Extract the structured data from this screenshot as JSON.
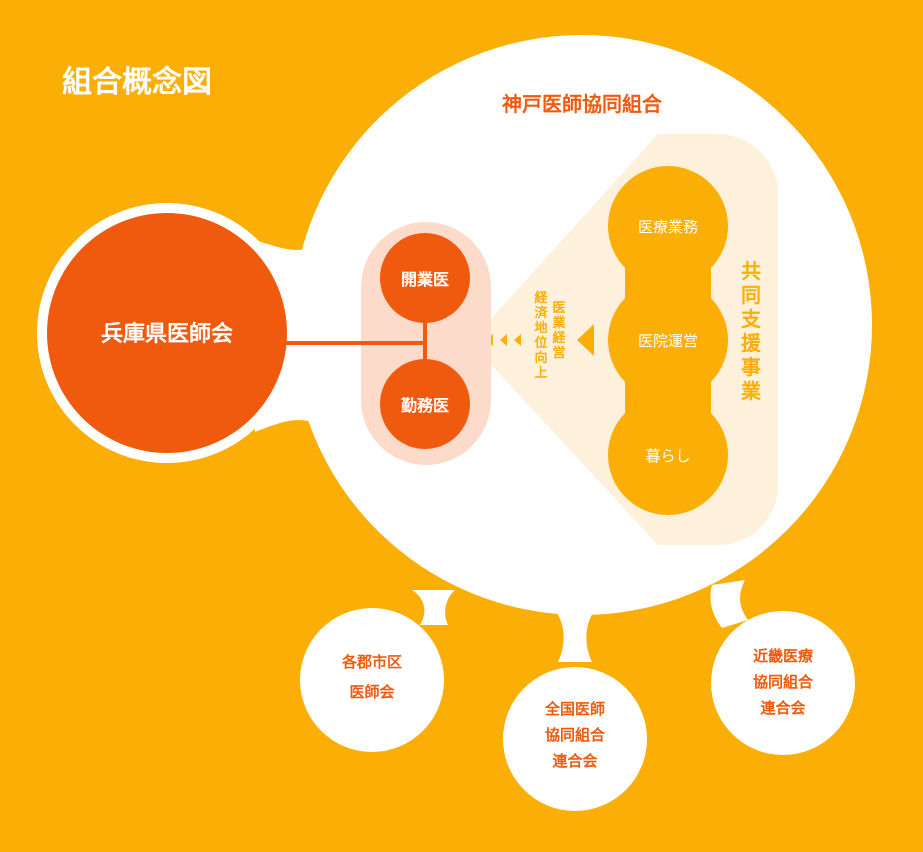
{
  "title": "組合概念図",
  "colors": {
    "background": "#FBAE06",
    "white": "#FFFFFF",
    "orange_dark": "#F05A0F",
    "orange_text": "#F05A0F",
    "pink_pill": "#FDDBCB",
    "cream": "#FDF1DC",
    "amber": "#FBAE06"
  },
  "main_circle": {
    "label": "神戸医師協同組合"
  },
  "left_node": {
    "label": "兵庫県医師会"
  },
  "members": {
    "top": "開業医",
    "bottom": "勤務医"
  },
  "improvement": {
    "line1": "医業経営",
    "line2": "経済地位向上"
  },
  "support": {
    "title": "共同支援事業",
    "items": [
      "医療業務",
      "医院運営",
      "暮らし"
    ]
  },
  "bottom_nodes": [
    {
      "lines": [
        "各郡市区",
        "医師会"
      ]
    },
    {
      "lines": [
        "全国医師",
        "協同組合",
        "連合会"
      ]
    },
    {
      "lines": [
        "近畿医療",
        "協同組合",
        "連合会"
      ]
    }
  ]
}
